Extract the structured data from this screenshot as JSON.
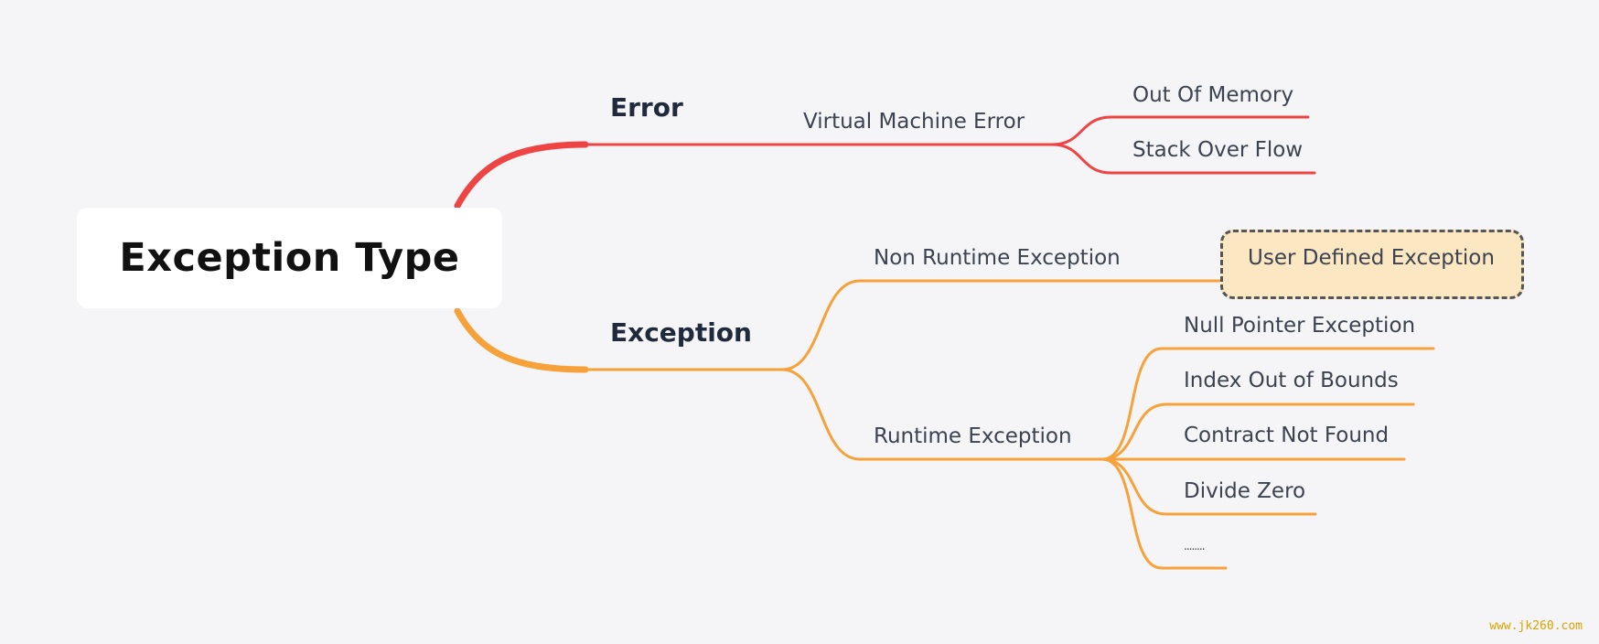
{
  "root": {
    "title": "Exception Type"
  },
  "branches": {
    "error": {
      "label": "Error",
      "color": "#ef4444",
      "child": {
        "label": "Virtual Machine Error",
        "children": [
          "Out Of Memory",
          "Stack Over Flow"
        ]
      }
    },
    "exception": {
      "label": "Exception",
      "color": "#f7a13a",
      "non_runtime": {
        "label": "Non Runtime Exception",
        "child": "User Defined Exception"
      },
      "runtime": {
        "label": "Runtime Exception",
        "children": [
          "Null Pointer Exception",
          "Index Out of Bounds",
          "Contract Not Found",
          "Divide Zero",
          "........"
        ]
      }
    }
  },
  "highlight": {
    "fill": "#fbe7c1",
    "border": "#555555"
  },
  "watermark": "www.jk260.com"
}
